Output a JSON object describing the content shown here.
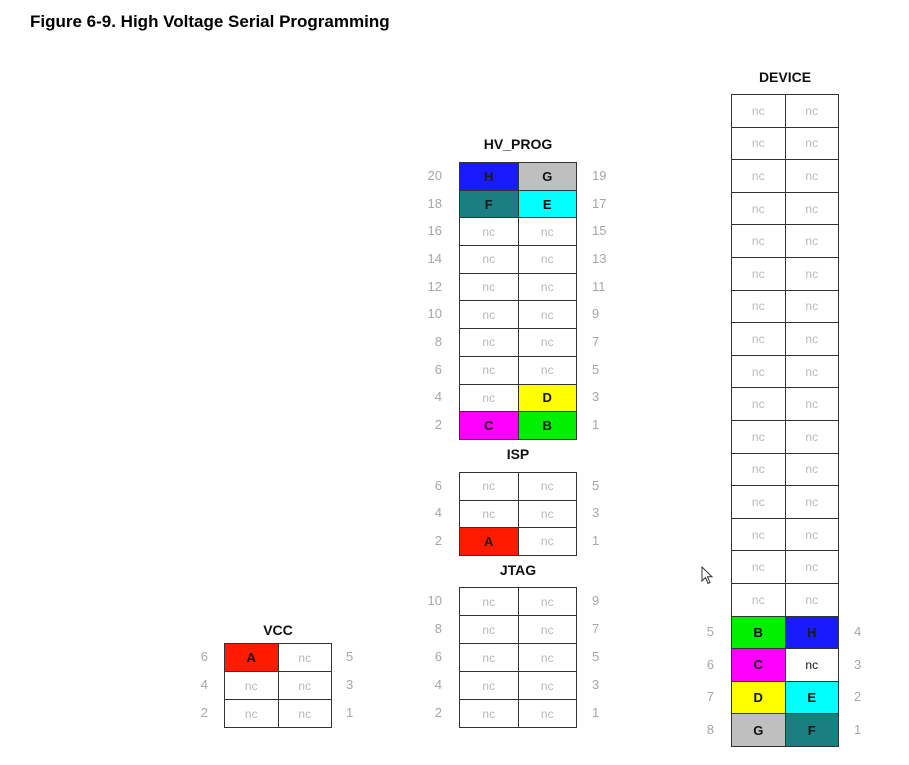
{
  "title": "Figure 6-9.  High Voltage Serial Programming",
  "colors": {
    "H": "#1a1aff",
    "G": "#bfbfbf",
    "F": "#1a7f80",
    "E": "#00ffff",
    "D": "#ffff00",
    "C": "#ff00ff",
    "B": "#00ee00",
    "A": "#ff1a00",
    "nc": "#ffffff"
  },
  "hv_prog": {
    "header": "HV_PROG",
    "rows": [
      {
        "left_pin": "20",
        "cells": [
          "H",
          "G"
        ],
        "right_pin": "19"
      },
      {
        "left_pin": "18",
        "cells": [
          "F",
          "E"
        ],
        "right_pin": "17"
      },
      {
        "left_pin": "16",
        "cells": [
          "nc",
          "nc"
        ],
        "right_pin": "15"
      },
      {
        "left_pin": "14",
        "cells": [
          "nc",
          "nc"
        ],
        "right_pin": "13"
      },
      {
        "left_pin": "12",
        "cells": [
          "nc",
          "nc"
        ],
        "right_pin": "11"
      },
      {
        "left_pin": "10",
        "cells": [
          "nc",
          "nc"
        ],
        "right_pin": "9"
      },
      {
        "left_pin": "8",
        "cells": [
          "nc",
          "nc"
        ],
        "right_pin": "7"
      },
      {
        "left_pin": "6",
        "cells": [
          "nc",
          "nc"
        ],
        "right_pin": "5"
      },
      {
        "left_pin": "4",
        "cells": [
          "nc",
          "D"
        ],
        "right_pin": "3"
      },
      {
        "left_pin": "2",
        "cells": [
          "C",
          "B"
        ],
        "right_pin": "1"
      }
    ]
  },
  "isp": {
    "header": "ISP",
    "rows": [
      {
        "left_pin": "6",
        "cells": [
          "nc",
          "nc"
        ],
        "right_pin": "5"
      },
      {
        "left_pin": "4",
        "cells": [
          "nc",
          "nc"
        ],
        "right_pin": "3"
      },
      {
        "left_pin": "2",
        "cells": [
          "A",
          "nc"
        ],
        "right_pin": "1"
      }
    ]
  },
  "jtag": {
    "header": "JTAG",
    "rows": [
      {
        "left_pin": "10",
        "cells": [
          "nc",
          "nc"
        ],
        "right_pin": "9"
      },
      {
        "left_pin": "8",
        "cells": [
          "nc",
          "nc"
        ],
        "right_pin": "7"
      },
      {
        "left_pin": "6",
        "cells": [
          "nc",
          "nc"
        ],
        "right_pin": "5"
      },
      {
        "left_pin": "4",
        "cells": [
          "nc",
          "nc"
        ],
        "right_pin": "3"
      },
      {
        "left_pin": "2",
        "cells": [
          "nc",
          "nc"
        ],
        "right_pin": "1"
      }
    ]
  },
  "vcc": {
    "header": "VCC",
    "rows": [
      {
        "left_pin": "6",
        "cells": [
          "A",
          "nc"
        ],
        "right_pin": "5"
      },
      {
        "left_pin": "4",
        "cells": [
          "nc",
          "nc"
        ],
        "right_pin": "3"
      },
      {
        "left_pin": "2",
        "cells": [
          "nc",
          "nc"
        ],
        "right_pin": "1"
      }
    ]
  },
  "device": {
    "header": "DEVICE",
    "rows": [
      {
        "left_pin": "",
        "cells": [
          "nc",
          "nc"
        ],
        "right_pin": ""
      },
      {
        "left_pin": "",
        "cells": [
          "nc",
          "nc"
        ],
        "right_pin": ""
      },
      {
        "left_pin": "",
        "cells": [
          "nc",
          "nc"
        ],
        "right_pin": ""
      },
      {
        "left_pin": "",
        "cells": [
          "nc",
          "nc"
        ],
        "right_pin": ""
      },
      {
        "left_pin": "",
        "cells": [
          "nc",
          "nc"
        ],
        "right_pin": ""
      },
      {
        "left_pin": "",
        "cells": [
          "nc",
          "nc"
        ],
        "right_pin": ""
      },
      {
        "left_pin": "",
        "cells": [
          "nc",
          "nc"
        ],
        "right_pin": ""
      },
      {
        "left_pin": "",
        "cells": [
          "nc",
          "nc"
        ],
        "right_pin": ""
      },
      {
        "left_pin": "",
        "cells": [
          "nc",
          "nc"
        ],
        "right_pin": ""
      },
      {
        "left_pin": "",
        "cells": [
          "nc",
          "nc"
        ],
        "right_pin": ""
      },
      {
        "left_pin": "",
        "cells": [
          "nc",
          "nc"
        ],
        "right_pin": ""
      },
      {
        "left_pin": "",
        "cells": [
          "nc",
          "nc"
        ],
        "right_pin": ""
      },
      {
        "left_pin": "",
        "cells": [
          "nc",
          "nc"
        ],
        "right_pin": ""
      },
      {
        "left_pin": "",
        "cells": [
          "nc",
          "nc"
        ],
        "right_pin": ""
      },
      {
        "left_pin": "",
        "cells": [
          "nc",
          "nc"
        ],
        "right_pin": ""
      },
      {
        "left_pin": "",
        "cells": [
          "nc",
          "nc"
        ],
        "right_pin": ""
      },
      {
        "left_pin": "5",
        "cells": [
          "B",
          "H"
        ],
        "right_pin": "4"
      },
      {
        "left_pin": "6",
        "cells": [
          "C",
          "nc"
        ],
        "right_pin": "3"
      },
      {
        "left_pin": "7",
        "cells": [
          "D",
          "E"
        ],
        "right_pin": "2"
      },
      {
        "left_pin": "8",
        "cells": [
          "G",
          "F"
        ],
        "right_pin": "1"
      }
    ]
  },
  "cursor_icon": "mouse-pointer-icon"
}
